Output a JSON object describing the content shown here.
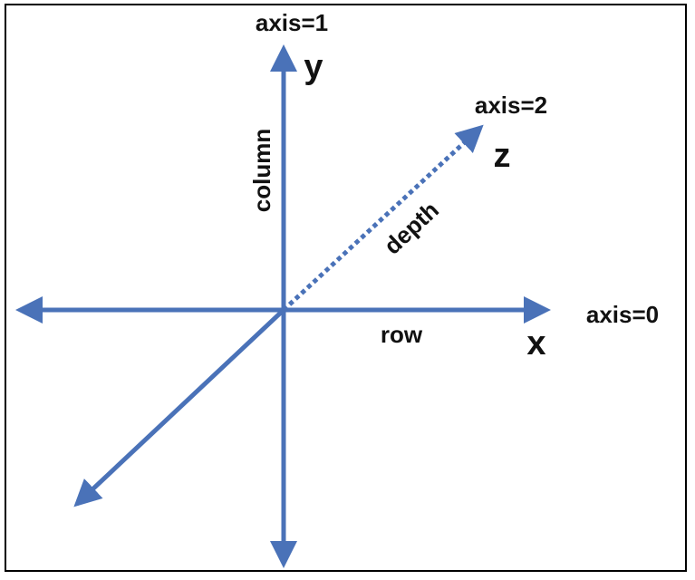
{
  "colors": {
    "axis": "#4a72b8",
    "text": "#111111",
    "border": "#000000"
  },
  "labels": {
    "axis_y_index": "axis=1",
    "axis_y_letter": "y",
    "axis_y_name": "column",
    "axis_z_index": "axis=2",
    "axis_z_letter": "z",
    "axis_z_name": "depth",
    "axis_x_index": "axis=0",
    "axis_x_letter": "x",
    "axis_x_name": "row"
  }
}
